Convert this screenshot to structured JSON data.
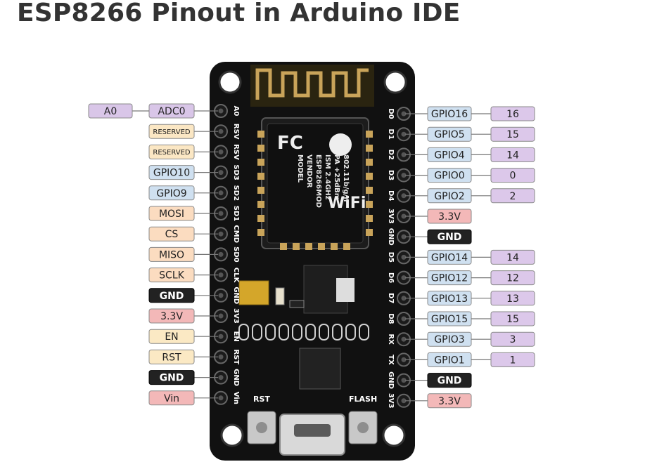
{
  "title": "ESP8266 Pinout in Arduino IDE",
  "colors": {
    "analog": "#d9c6e8",
    "gpio": "#cfe0f0",
    "reserved": "#fbe7c4",
    "special": "#fbdcc0",
    "gnd": "#222222",
    "power": "#f3b8b8",
    "control": "#fbe9c4",
    "pin_number": "#dcc8ea",
    "board": "#111111"
  },
  "board": {
    "module_marks": [
      "MODEL",
      "VENDOR",
      "ESP8266MOD",
      "ISM 2.4GHz",
      "PA +25dBm",
      "802.11b/g/n"
    ],
    "wifi_logo": "WiFi",
    "fc_logo": "FC",
    "rst_label": "RST",
    "flash_label": "FLASH",
    "left_silk": [
      "A0",
      "RSV",
      "RSV",
      "SD3",
      "SD2",
      "SD1",
      "CMD",
      "SD0",
      "CLK",
      "GND",
      "3V3",
      "EN",
      "RST",
      "GND",
      "Vin"
    ],
    "right_silk": [
      "D0",
      "D1",
      "D2",
      "D3",
      "D4",
      "3V3",
      "GND",
      "D5",
      "D6",
      "D7",
      "D8",
      "RX",
      "TX",
      "GND",
      "3V3"
    ]
  },
  "left_pins": [
    {
      "label": "ADC0",
      "type": "analog",
      "extra": "A0"
    },
    {
      "label": "RESERVED",
      "type": "reserved"
    },
    {
      "label": "RESERVED",
      "type": "reserved"
    },
    {
      "label": "GPIO10",
      "type": "gpio"
    },
    {
      "label": "GPIO9",
      "type": "gpio"
    },
    {
      "label": "MOSI",
      "type": "special"
    },
    {
      "label": "CS",
      "type": "special"
    },
    {
      "label": "MISO",
      "type": "special"
    },
    {
      "label": "SCLK",
      "type": "special"
    },
    {
      "label": "GND",
      "type": "gnd"
    },
    {
      "label": "3.3V",
      "type": "power"
    },
    {
      "label": "EN",
      "type": "control"
    },
    {
      "label": "RST",
      "type": "control"
    },
    {
      "label": "GND",
      "type": "gnd"
    },
    {
      "label": "Vin",
      "type": "power"
    }
  ],
  "right_pins": [
    {
      "label": "GPIO16",
      "type": "gpio",
      "num": "16"
    },
    {
      "label": "GPIO5",
      "type": "gpio",
      "num": "15"
    },
    {
      "label": "GPIO4",
      "type": "gpio",
      "num": "14"
    },
    {
      "label": "GPIO0",
      "type": "gpio",
      "num": "0"
    },
    {
      "label": "GPIO2",
      "type": "gpio",
      "num": "2"
    },
    {
      "label": "3.3V",
      "type": "power"
    },
    {
      "label": "GND",
      "type": "gnd"
    },
    {
      "label": "GPIO14",
      "type": "gpio",
      "num": "14"
    },
    {
      "label": "GPIO12",
      "type": "gpio",
      "num": "12"
    },
    {
      "label": "GPIO13",
      "type": "gpio",
      "num": "13"
    },
    {
      "label": "GPIO15",
      "type": "gpio",
      "num": "15"
    },
    {
      "label": "GPIO3",
      "type": "gpio",
      "num": "3"
    },
    {
      "label": "GPIO1",
      "type": "gpio",
      "num": "1"
    },
    {
      "label": "GND",
      "type": "gnd"
    },
    {
      "label": "3.3V",
      "type": "power"
    }
  ]
}
